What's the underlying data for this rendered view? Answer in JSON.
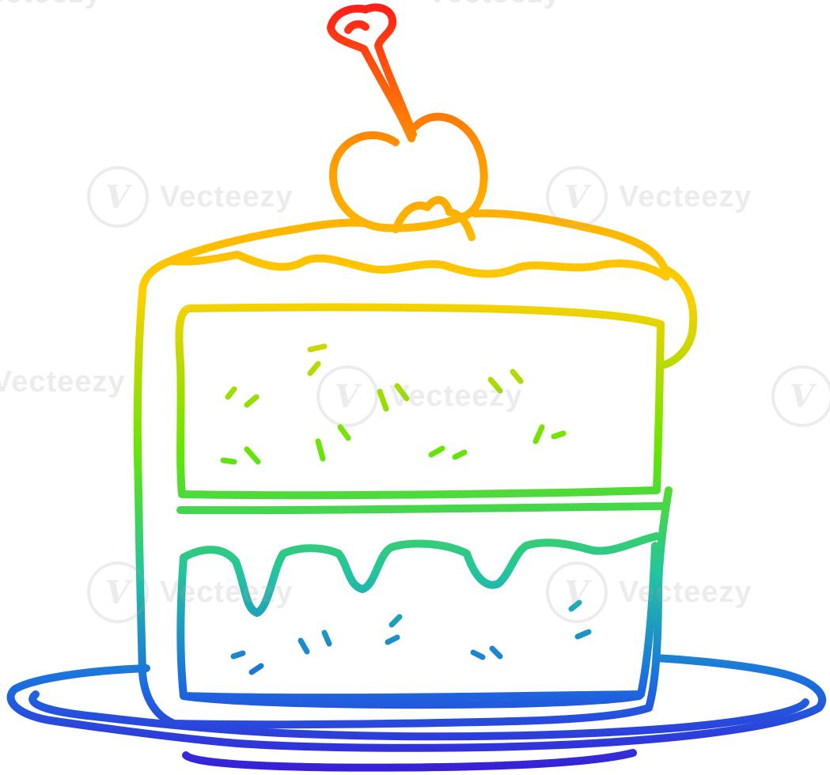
{
  "illustration": {
    "subject": "cake-slice-with-cherry",
    "style": "rainbow-gradient-line-art",
    "colors": {
      "gradient_top": "#ff1a1a",
      "gradient_orange": "#ff9900",
      "gradient_yellow": "#ffd000",
      "gradient_green": "#66e600",
      "gradient_teal": "#22c4a0",
      "gradient_blue": "#1a6fe0",
      "gradient_bottom": "#3a1ad6",
      "background": "#ffffff"
    }
  },
  "watermark": {
    "brand": "Vecteezy",
    "logo_glyph": "V"
  }
}
